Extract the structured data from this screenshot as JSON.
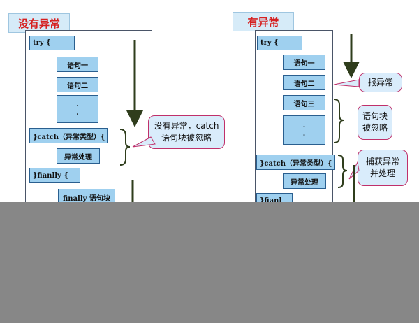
{
  "left": {
    "title": "没有异常",
    "try_label": "try  {",
    "stmt1": "语句一",
    "stmt2": "语句二",
    "dots": ".",
    "catch_label": "}catch（异常类型）{",
    "handle": "异常处理",
    "finally_label": "}fianlly {",
    "finally_block": "finally 语句块",
    "callout": "没有异常，catch 语句块被忽略"
  },
  "right": {
    "title": "有异常",
    "try_label": "try  {",
    "stmt1": "语句一",
    "stmt2": "语句二",
    "stmt3": "语句三",
    "dots": ".",
    "catch_label": "}catch（异常类型）{",
    "handle": "异常处理",
    "finally_label": "}fianl",
    "callout_throw": "报异常",
    "callout_ignore": "语句块 被忽略",
    "callout_catch": "捕获异常 并处理"
  },
  "colors": {
    "title_text": "#d62020",
    "code_box": "#9fd0ef",
    "arrow": "#2f3d1c",
    "overlay": "#878787"
  }
}
